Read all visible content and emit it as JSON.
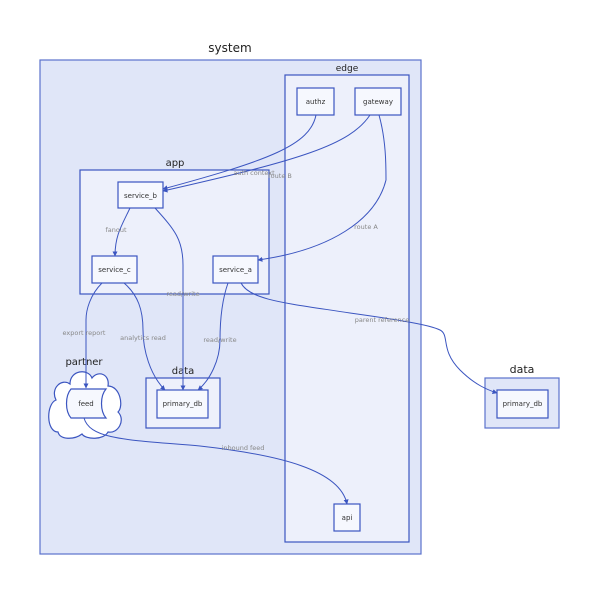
{
  "clusters": {
    "system": "system",
    "edge": "edge",
    "app": "app",
    "data_inner": "data",
    "partner": "partner",
    "data_outer": "data"
  },
  "nodes": {
    "authz": "authz",
    "gateway": "gateway",
    "service_b": "service_b",
    "service_c": "service_c",
    "service_a": "service_a",
    "primary_db_inner": "primary_db",
    "feed": "feed",
    "primary_db_outer": "primary_db",
    "api": "api"
  },
  "edges": [
    {
      "from": "authz",
      "to": "service_b",
      "label": "auth context"
    },
    {
      "from": "gateway",
      "to": "service_b",
      "label": "route B"
    },
    {
      "from": "gateway",
      "to": "service_a",
      "label": "route A"
    },
    {
      "from": "service_b",
      "to": "service_c",
      "label": "fanout"
    },
    {
      "from": "service_b",
      "to": "primary_db",
      "label": "read/write"
    },
    {
      "from": "service_c",
      "to": "feed",
      "label": "export report"
    },
    {
      "from": "service_c",
      "to": "primary_db",
      "label": "analytics read"
    },
    {
      "from": "service_a",
      "to": "primary_db",
      "label": "read/write"
    },
    {
      "from": "service_a",
      "to": "primary_db (outer data)",
      "label": "parent reference"
    },
    {
      "from": "feed",
      "to": "api",
      "label": "inbound feed"
    }
  ],
  "colors": {
    "edge": "#3b55c0",
    "cluster_fill": "#e0e6f8",
    "inner_fill": "#edf0fb",
    "node_fill": "#f6f8fe"
  }
}
